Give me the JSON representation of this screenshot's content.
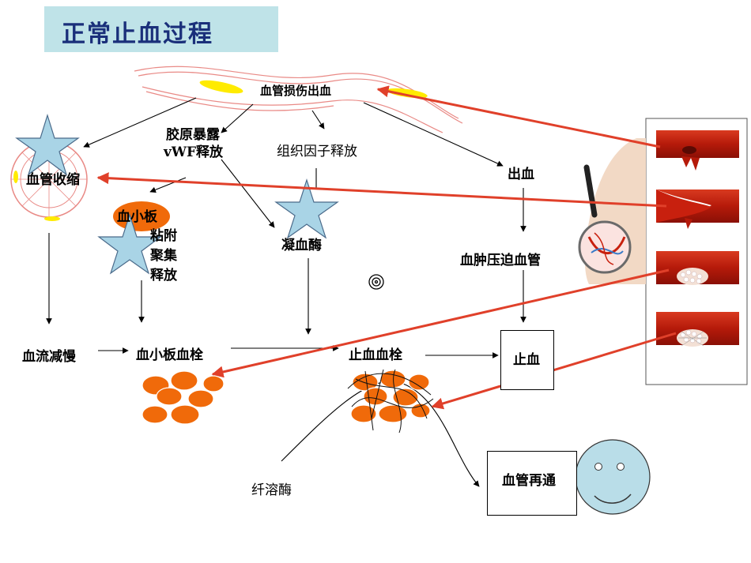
{
  "title": "正常止血过程",
  "nodes": {
    "vessel_injury": "血管损伤出血",
    "collagen_line1": "胶原暴露",
    "collagen_line2": "vWF释放",
    "tissue_factor": "组织因子释放",
    "bleeding": "出血",
    "vasoconstriction": "血管收缩",
    "platelet": "血小板",
    "adhesion": "粘附",
    "aggregation": "聚集",
    "release": "释放",
    "thrombin": "凝血酶",
    "hematoma": "血肿压迫血管",
    "slow_flow": "血流减慢",
    "platelet_plug": "血小板血栓",
    "hemostatic_plug": "止血血栓",
    "hemostasis": "止血",
    "fibrinolysin": "纤溶酶",
    "recanalization": "血管再通"
  },
  "colors": {
    "title_bg": "#bfe3e8",
    "title_text": "#1a2f7a",
    "red_arrow": "#e0402a",
    "platelet_orange": "#f06a0a",
    "star_fill": "#a9d4e6",
    "face_fill": "#b9dde8",
    "vessel_red": "#c8200e"
  },
  "icons": [
    "star-icon",
    "smiley-face-icon",
    "target-circle-icon",
    "magnifier-icon"
  ]
}
